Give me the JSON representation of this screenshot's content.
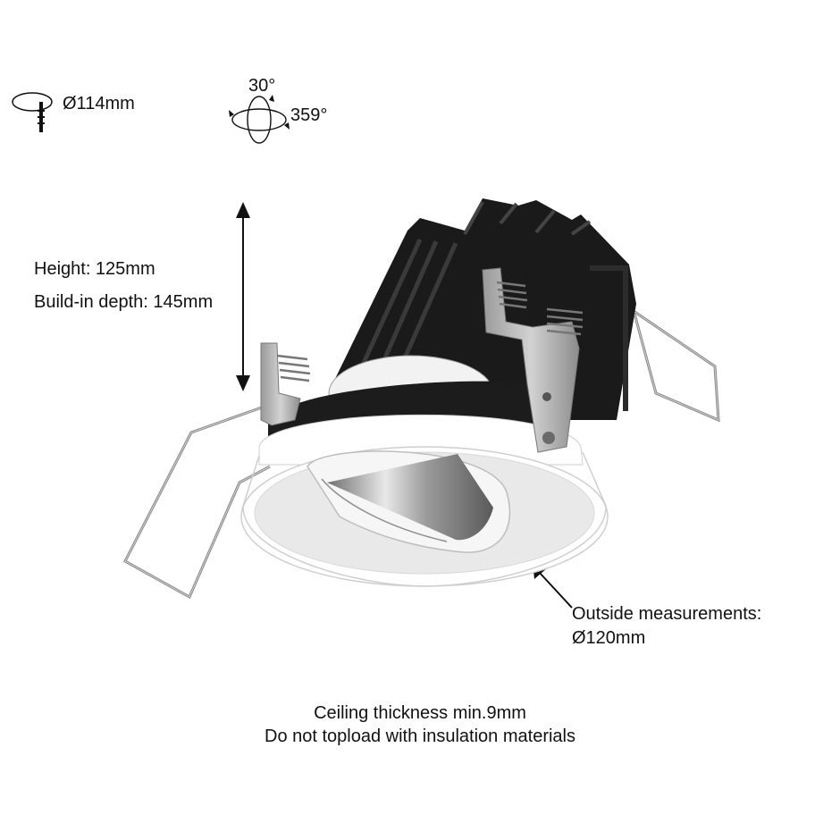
{
  "cutout": {
    "label": "Ø114mm",
    "icon": "ceiling-cutout-icon"
  },
  "tilt": {
    "vertical_label": "30°",
    "rotation_label": "359°",
    "icon": "rotation-icon"
  },
  "dimensions": {
    "height_label": "Height: 125mm",
    "depth_label": "Build-in depth: 145mm"
  },
  "outside": {
    "line1": "Outside measurements:",
    "line2": "Ø120mm"
  },
  "notes": {
    "line1": "Ceiling thickness min.9mm",
    "line2": "Do not topload with insulation materials"
  },
  "colors": {
    "housing": "#1a1a1a",
    "trim": "#ffffff",
    "reflector": "#b9b9b9",
    "spring": "#a8a8a8",
    "text": "#111111"
  }
}
